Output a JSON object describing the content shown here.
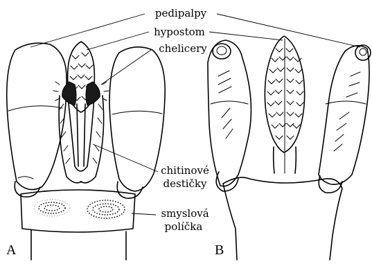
{
  "labels": {
    "pedipalpy": "pedipalpy",
    "hypostom": "hypostom",
    "chelicery": "chelicery",
    "chitinove_1": "chitinové",
    "chitinove_2": "destičky",
    "smyslova_1": "smyslová",
    "smyslova_2": "políčka"
  },
  "panels": {
    "a": "A",
    "b": "B"
  }
}
